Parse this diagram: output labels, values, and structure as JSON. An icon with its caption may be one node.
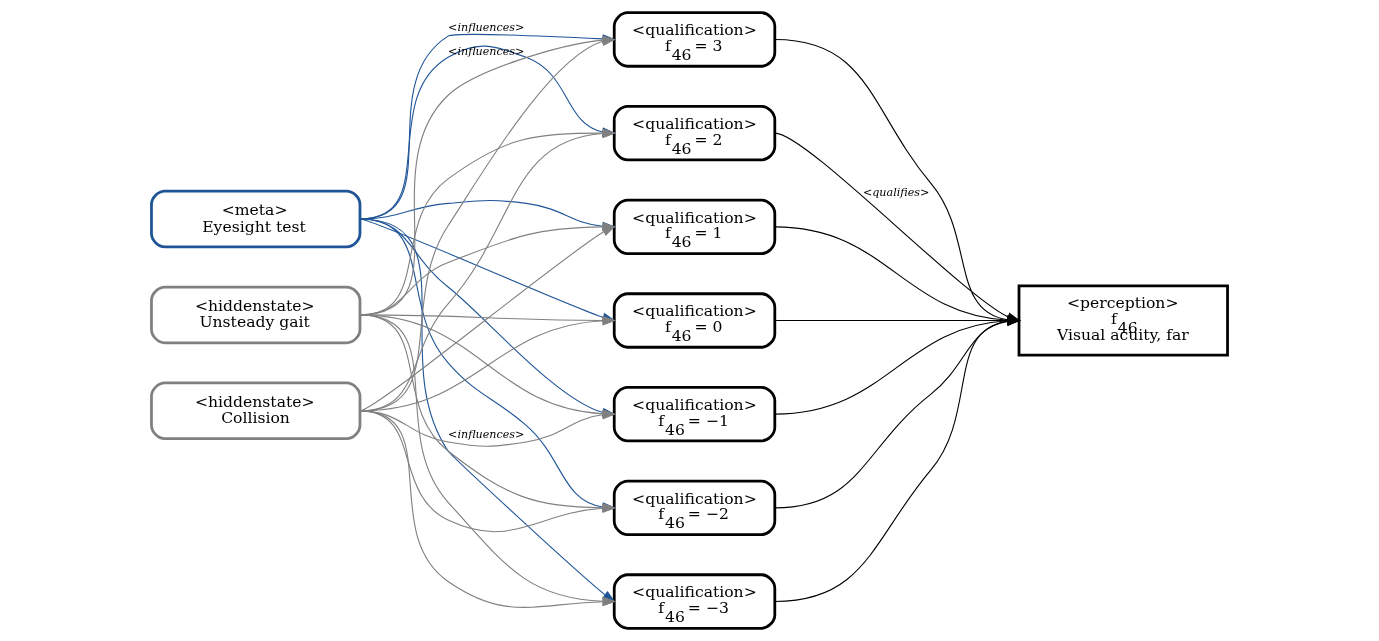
{
  "diagram": {
    "nodes": [
      {
        "text": [
          "<meta>",
          "Eyesight test"
        ]
      },
      {
        "text": [
          "<hiddenstate>",
          "Unsteady gait"
        ]
      },
      {
        "text": [
          "<hiddenstate>",
          "Collision"
        ]
      },
      {
        "text": [
          "<qualification>",
          "f$_{46}$ = 3"
        ]
      },
      {
        "text": [
          "<qualification>",
          "f$_{46}$ = 2"
        ]
      },
      {
        "text": [
          "<qualification>",
          "f$_{46}$ = 1"
        ]
      },
      {
        "text": [
          "<qualification>",
          "f$_{46}$ = 0"
        ]
      },
      {
        "text": [
          "<qualification>",
          "f$_{46}$ = −1"
        ]
      },
      {
        "text": [
          "<qualification>",
          "f$_{46}$ = −2"
        ]
      },
      {
        "text": [
          "<qualification>",
          "f$_{46}$ = −3"
        ]
      },
      {
        "text": [
          "<perception>",
          "f$_{46}$",
          "Visual acuity, far"
        ]
      }
    ],
    "edges": [
      {
        "from": 0,
        "to": 3,
        "arrow": "to",
        "label": "<influences>",
        "color": "#1f5597"
      },
      {
        "from": 0,
        "to": 4,
        "arrow": "to",
        "color": "#1f5597"
      },
      {
        "from": 0,
        "to": 5,
        "arrow": "to",
        "color": "#1f5597"
      },
      {
        "from": 0,
        "to": 6,
        "arrow": "to",
        "color": "#1f5597"
      },
      {
        "from": 0,
        "to": 7,
        "arrow": "to",
        "color": "#1f5597"
      },
      {
        "from": 0,
        "to": 8,
        "arrow": "to",
        "color": "#1f5597"
      },
      {
        "from": 0,
        "to": 9,
        "arrow": "to",
        "color": "#1f5597"
      },
      {
        "from": 1,
        "to": 3,
        "arrow": "to",
        "label": "<influences>"
      },
      {
        "from": 1,
        "to": 4,
        "arrow": "to"
      },
      {
        "from": 1,
        "to": 5,
        "arrow": "to"
      },
      {
        "from": 1,
        "to": 6,
        "arrow": "to"
      },
      {
        "from": 1,
        "to": 7,
        "arrow": "to"
      },
      {
        "from": 1,
        "to": 8,
        "arrow": "to"
      },
      {
        "from": 1,
        "to": 9,
        "arrow": "to"
      },
      {
        "from": 2,
        "to": 3,
        "arrow": "to"
      },
      {
        "from": 2,
        "to": 4,
        "arrow": "to"
      },
      {
        "from": 2,
        "to": 5,
        "arrow": "to"
      },
      {
        "from": 2,
        "to": 6,
        "arrow": "to"
      },
      {
        "from": 2,
        "to": 7,
        "arrow": "to",
        "label": "<influences>"
      },
      {
        "from": 2,
        "to": 8,
        "arrow": "to"
      },
      {
        "from": 2,
        "to": 9,
        "arrow": "to"
      },
      {
        "from": 3,
        "to": 10,
        "arrow": "to",
        "color": "#000000"
      },
      {
        "from": 4,
        "to": 10,
        "arrow": "to",
        "label": "<qualifies>",
        "color": "#000000"
      },
      {
        "from": 5,
        "to": 10,
        "arrow": "to",
        "color": "#000000"
      },
      {
        "from": 6,
        "to": 10,
        "arrow": "to",
        "color": "#000000"
      },
      {
        "from": 7,
        "to": 10,
        "arrow": "to",
        "color": "#000000"
      },
      {
        "from": 8,
        "to": 10,
        "arrow": "to",
        "color": "#000000"
      },
      {
        "from": 9,
        "to": 10,
        "arrow": "to",
        "color": "#000000"
      }
    ]
  }
}
